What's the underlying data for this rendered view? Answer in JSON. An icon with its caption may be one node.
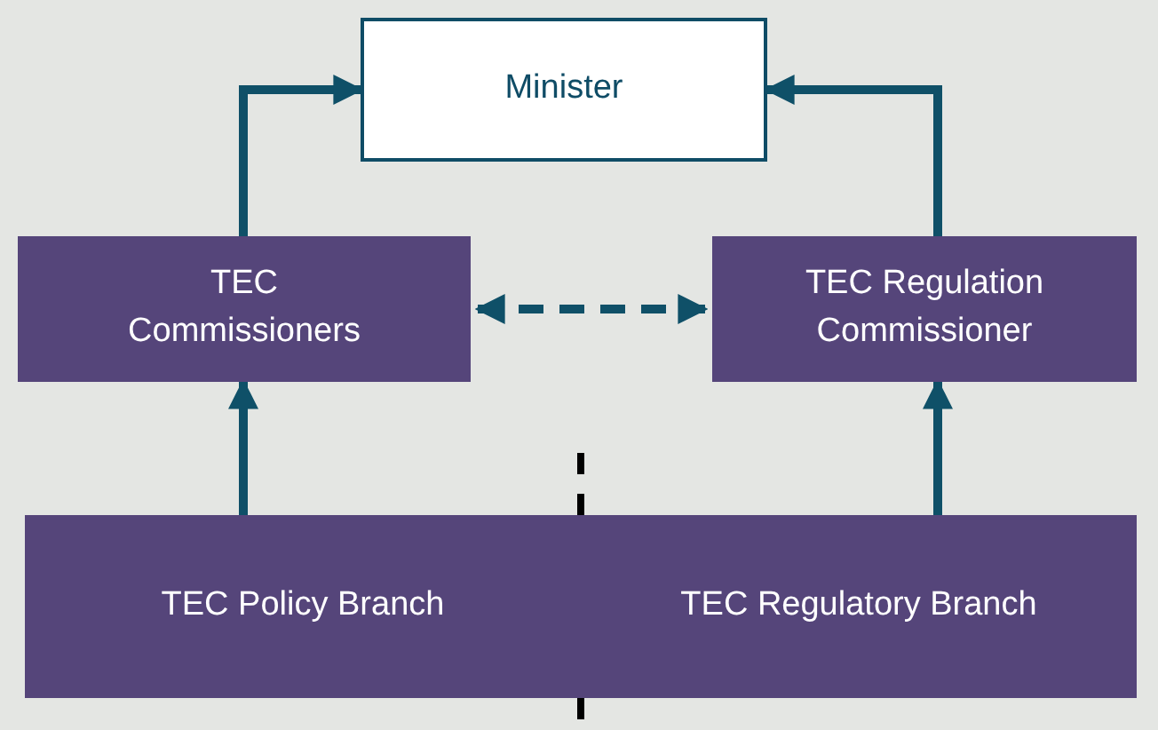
{
  "diagram": {
    "nodes": [
      {
        "text": [
          "Minister"
        ]
      },
      {
        "text": [
          "TEC Commissioners"
        ]
      },
      {
        "text": [
          "TEC Regulation Commissioner"
        ]
      },
      {
        "text": [
          "TEC Policy Branch"
        ]
      },
      {
        "text": [
          "TEC Regulatory Branch"
        ]
      }
    ],
    "edges": [
      {
        "from": 1,
        "to": 0,
        "arrow": "to"
      },
      {
        "from": 2,
        "to": 0,
        "arrow": "to"
      },
      {
        "from": 1,
        "to": 2,
        "arrow": "both",
        "style": "dashed"
      },
      {
        "from": 3,
        "to": 1,
        "arrow": "to"
      },
      {
        "from": 4,
        "to": 2,
        "arrow": "to"
      }
    ]
  }
}
